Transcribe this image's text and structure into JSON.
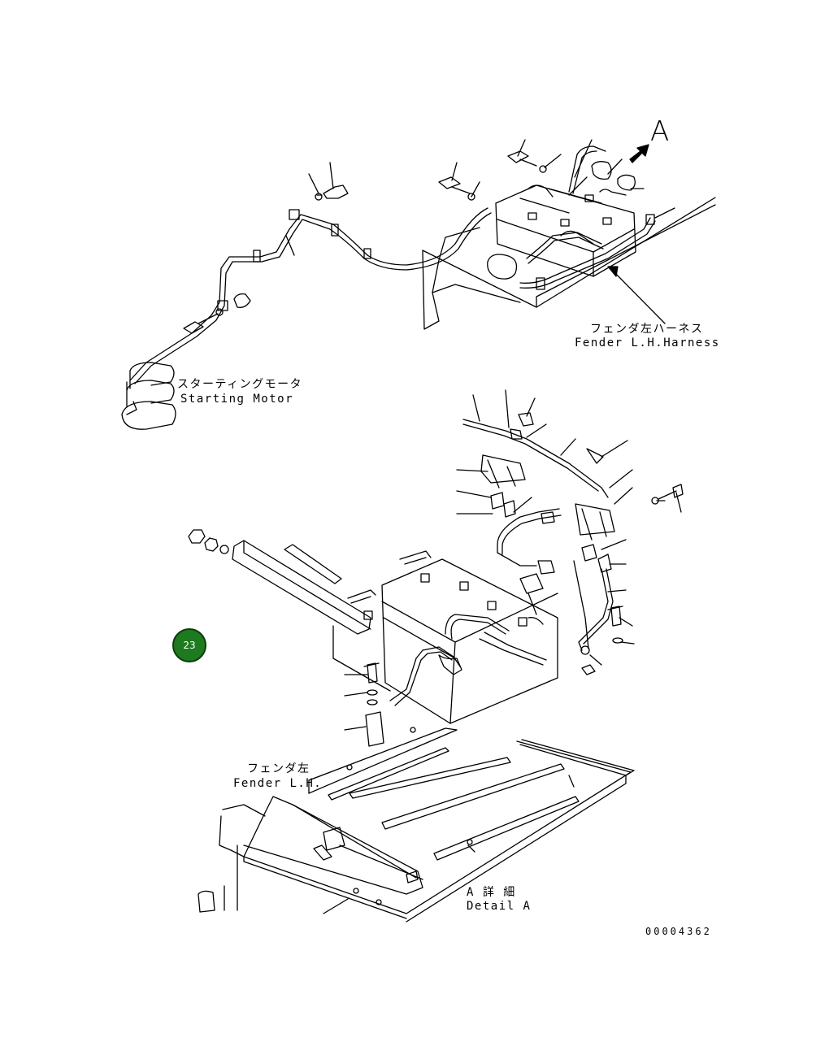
{
  "labels": {
    "fender_harness_jp": "フェンダ左ハーネス",
    "fender_harness_en": "Fender L.H.Harness",
    "starting_motor_jp": "スターティングモータ",
    "starting_motor_en": "Starting Motor",
    "fender_jp": "フェンダ左",
    "fender_en": "Fender L.H.",
    "detail_jp": "A 詳 細",
    "detail_en": "Detail A",
    "view_marker": "A",
    "drawing_number": "00004362"
  },
  "badge": {
    "number": "23",
    "color": "#1e7a1e"
  }
}
